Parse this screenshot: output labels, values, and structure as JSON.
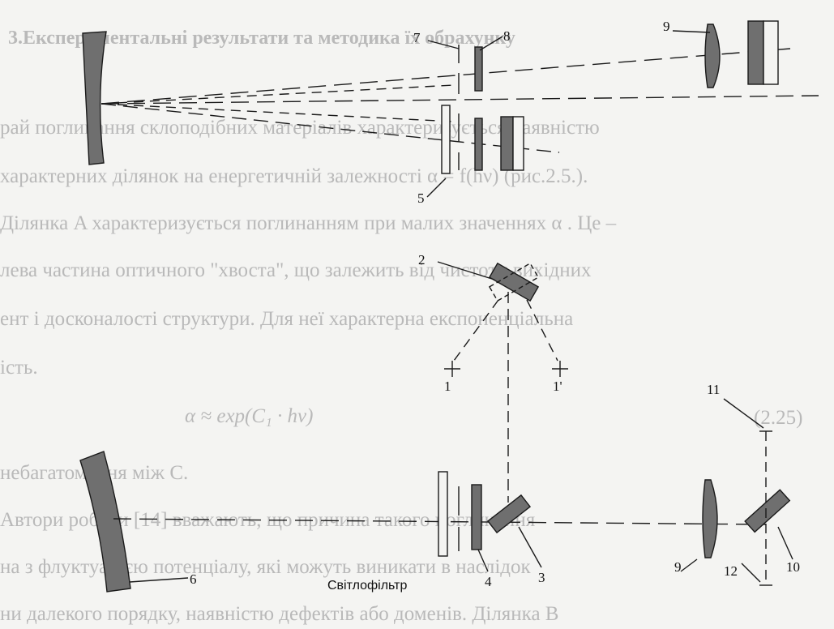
{
  "background_text": [
    "3.Експериментальні результати та методика їх обрахунку",
    "рай поглинання склоподібних матеріалів характеризується наявністю",
    "характерних ділянок на енергетичній залежності α = f(hν) (рис.2.5.).",
    "Ділянка A характеризується поглинанням при малих значеннях α . Це –",
    "лева частина оптичного \"хвоста\", що залежить від чистоти вихідних",
    "ент і досконалості структури. Для неї характерна експоненціальна",
    "ість.",
    "α ≈ exp(C₁ · hν)",
    "(2.25)",
    "небагатомення між C.",
    "Автори роботи [14] вважають, що причина такого поглинання",
    "на з флуктуацією потенціалу, які можуть виникати в наслідок",
    "ни далекого порядку, наявністю дефектів або доменів. Ділянка B"
  ],
  "labels": {
    "l1": "1",
    "l1p": "1'",
    "l2": "2",
    "l3": "3",
    "l4": "4",
    "l5": "5",
    "l6": "6",
    "l7": "7",
    "l8": "8",
    "l9": "9",
    "l9b": "9",
    "l10": "10",
    "l11": "11",
    "l12": "12",
    "filter": "Світлофільтр"
  },
  "colors": {
    "ink": "#1a1a1a",
    "element_fill": "#6f6f6f",
    "background_text": "#b9b9b9",
    "paper": "#f4f4f2"
  }
}
